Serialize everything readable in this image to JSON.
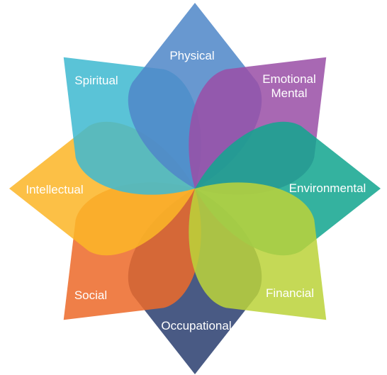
{
  "diagram": {
    "petals": [
      {
        "id": "physical",
        "lines": [
          "Physical"
        ],
        "color": "#4f87c8"
      },
      {
        "id": "emotional",
        "lines": [
          "Emotional",
          "Mental"
        ],
        "color": "#9a4fa6"
      },
      {
        "id": "environmental",
        "lines": [
          "Environmental"
        ],
        "color": "#13a58f"
      },
      {
        "id": "financial",
        "lines": [
          "Financial"
        ],
        "color": "#bcd33a"
      },
      {
        "id": "occupational",
        "lines": [
          "Occupational"
        ],
        "color": "#2b3f70"
      },
      {
        "id": "social",
        "lines": [
          "Social"
        ],
        "color": "#ec6a2a"
      },
      {
        "id": "intellectual",
        "lines": [
          "Intellectual"
        ],
        "color": "#fbb628"
      },
      {
        "id": "spiritual",
        "lines": [
          "Spiritual"
        ],
        "color": "#3fb9d1"
      }
    ]
  }
}
